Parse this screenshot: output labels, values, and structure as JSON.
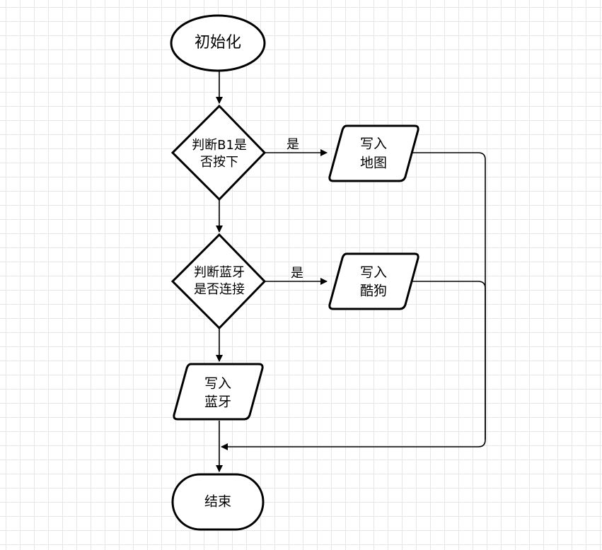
{
  "diagram": {
    "nodes": {
      "init": {
        "text": "初始化"
      },
      "check_b1": {
        "lines": [
          "判断B1是",
          "否按下"
        ]
      },
      "check_bt": {
        "lines": [
          "判断蓝牙",
          "是否连接"
        ]
      },
      "write_map": {
        "lines": [
          "写入",
          "地图"
        ]
      },
      "write_kugou": {
        "lines": [
          "写入",
          "酷狗"
        ]
      },
      "write_bt": {
        "lines": [
          "写入",
          "蓝牙"
        ]
      },
      "end": {
        "text": "结束"
      }
    },
    "edges": {
      "yes_b1": {
        "label": "是"
      },
      "yes_bt": {
        "label": "是"
      }
    }
  }
}
